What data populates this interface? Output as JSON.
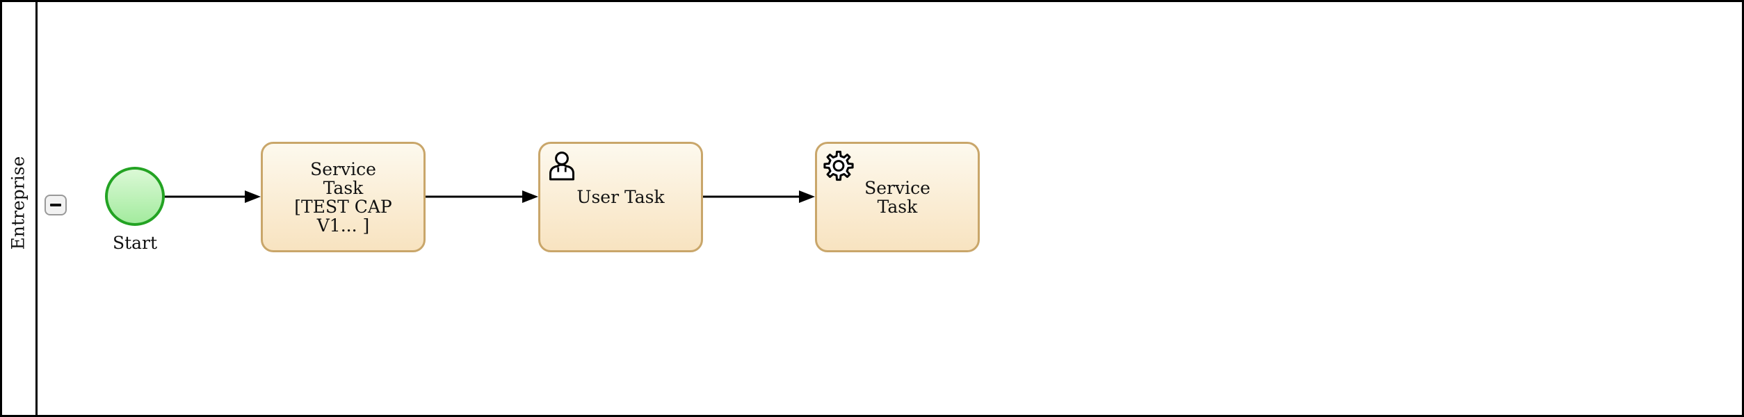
{
  "pool": {
    "lane_label": "Entreprise",
    "collapse_glyph": "−"
  },
  "nodes": {
    "start": {
      "type": "start-event",
      "label": "Start"
    },
    "service_task_1": {
      "type": "service-task",
      "label": "Service\nTask\n[TEST CAP\nV1... ]"
    },
    "user_task": {
      "type": "user-task",
      "icon": "user-icon",
      "label": "User Task"
    },
    "service_task_2": {
      "type": "service-task",
      "icon": "gear-icon",
      "label": "Service\nTask"
    }
  },
  "flows": [
    {
      "from": "start",
      "to": "service_task_1"
    },
    {
      "from": "service_task_1",
      "to": "user_task"
    },
    {
      "from": "user_task",
      "to": "service_task_2"
    }
  ],
  "colors": {
    "task_border": "#c9a66a",
    "task_fill_top": "#fdf9ee",
    "task_fill_bottom": "#f8e3c0",
    "event_border": "#23a323",
    "event_fill_top": "#dbf9d6",
    "event_fill_bottom": "#a3eb9e",
    "flow_line": "#000000",
    "button_border": "#999999",
    "button_fill": "#f2f2f2",
    "pool_border": "#000000"
  }
}
